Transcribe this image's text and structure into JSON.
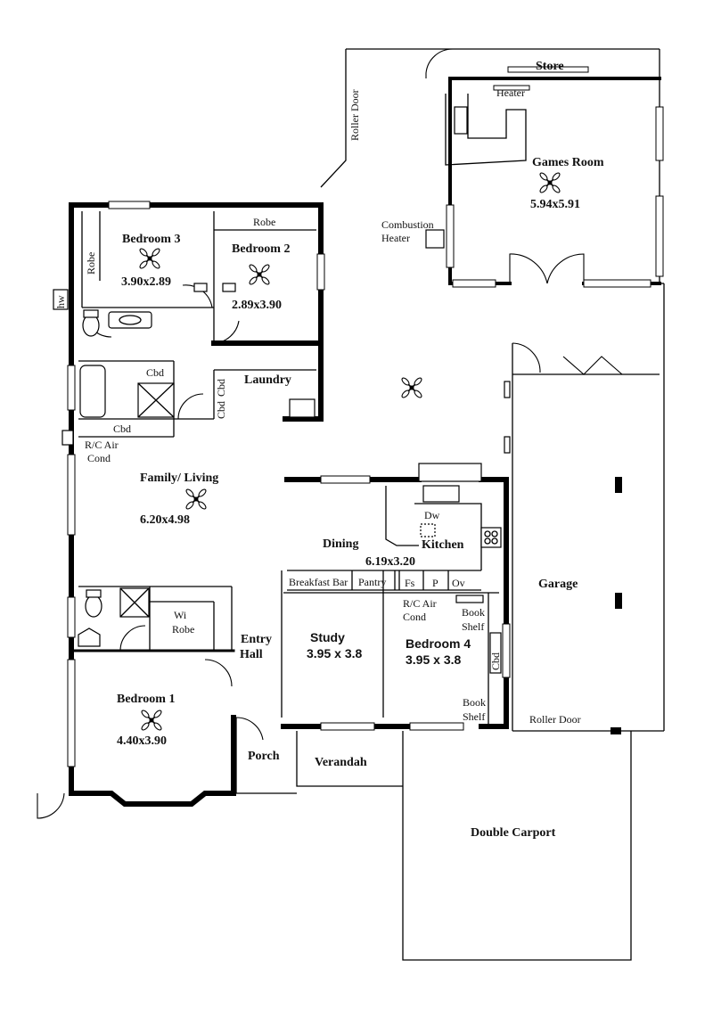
{
  "rooms": {
    "store": "Store",
    "heater": "Heater",
    "games_room": "Games Room",
    "games_room_dim": "5.94x5.91",
    "combustion_heater_line1": "Combustion",
    "combustion_heater_line2": "Heater",
    "roller_door_top": "Roller Door",
    "bedroom3": "Bedroom 3",
    "bedroom3_dim": "3.90x2.89",
    "bedroom2": "Bedroom 2",
    "bedroom2_dim": "2.89x3.90",
    "robe_b2": "Robe",
    "robe_b3": "Robe",
    "hw": "hw",
    "cbd_bath": "Cbd",
    "cbd_laundry_1": "Cbd",
    "cbd_laundry_2": "Cbd",
    "laundry": "Laundry",
    "cbd_hall": "Cbd",
    "rc_air_cond_1_line1": "R/C Air",
    "rc_air_cond_1_line2": "Cond",
    "family_living": "Family/ Living",
    "family_living_dim": "6.20x4.98",
    "dining": "Dining",
    "dw": "Dw",
    "kitchen": "Kitchen",
    "kitchen_dining_dim": "6.19x3.20",
    "breakfast_bar": "Breakfast Bar",
    "pantry": "Pantry",
    "fs": "Fs",
    "p": "P",
    "ov": "Ov",
    "garage": "Garage",
    "wi_robe_line1": "Wi",
    "wi_robe_line2": "Robe",
    "entry_hall_line1": "Entry",
    "entry_hall_line2": "Hall",
    "study": "Study",
    "study_dim": "3.95 x 3.8",
    "rc_air_cond_2_line1": "R/C Air",
    "rc_air_cond_2_line2": "Cond",
    "bedroom4": "Bedroom 4",
    "bedroom4_dim": "3.95 x 3.8",
    "book_shelf_1_line1": "Book",
    "book_shelf_1_line2": "Shelf",
    "cbd_bed4": "Cbd",
    "book_shelf_2_line1": "Book",
    "book_shelf_2_line2": "Shelf",
    "bedroom1": "Bedroom 1",
    "bedroom1_dim": "4.40x3.90",
    "roller_door_garage": "Roller Door",
    "porch": "Porch",
    "verandah": "Verandah",
    "double_carport": "Double Carport"
  },
  "icons": {
    "ceiling_fan": "ceiling-fan-icon",
    "shower": "shower-icon",
    "toilet": "toilet-icon",
    "bath": "bath-icon",
    "sink": "sink-icon",
    "stove": "cooktop-icon"
  }
}
